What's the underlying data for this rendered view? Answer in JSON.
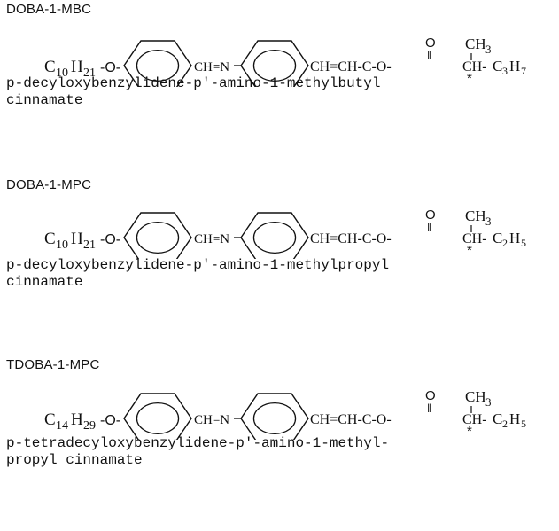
{
  "entries": [
    {
      "label": "DOBA-1-MBC",
      "alkyl": {
        "c": "C",
        "c_sub": "10",
        "h": "H",
        "h_sub": "21"
      },
      "ether_link": "-O-",
      "imine": "CH=N",
      "vinyl_ester": "CH=CH-C-O-",
      "carbonyl_o": "O",
      "carbonyl_bond": "‖",
      "methine": "CH-",
      "branch_methyl": "CH",
      "branch_methyl_sub": "3",
      "stereocenter": "*",
      "terminal": {
        "c": "C",
        "c_sub": "3",
        "h": "H",
        "h_sub": "7"
      },
      "name_line1": "p-decyloxybenzylidene-p'-amino-1-methylbutyl",
      "name_line2": "cinnamate"
    },
    {
      "label": "DOBA-1-MPC",
      "alkyl": {
        "c": "C",
        "c_sub": "10",
        "h": "H",
        "h_sub": "21"
      },
      "ether_link": "-O-",
      "imine": "CH=N",
      "vinyl_ester": "CH=CH-C-O-",
      "carbonyl_o": "O",
      "carbonyl_bond": "‖",
      "methine": "CH-",
      "branch_methyl": "CH",
      "branch_methyl_sub": "3",
      "stereocenter": "*",
      "terminal": {
        "c": "C",
        "c_sub": "2",
        "h": "H",
        "h_sub": "5"
      },
      "name_line1": "p-decyloxybenzylidene-p'-amino-1-methylpropyl",
      "name_line2": "cinnamate"
    },
    {
      "label": "TDOBA-1-MPC",
      "alkyl": {
        "c": "C",
        "c_sub": "14",
        "h": "H",
        "h_sub": "29"
      },
      "ether_link": "-O-",
      "imine": "CH=N",
      "vinyl_ester": "CH=CH-C-O-",
      "carbonyl_o": "O",
      "carbonyl_bond": "‖",
      "methine": "CH-",
      "branch_methyl": "CH",
      "branch_methyl_sub": "3",
      "stereocenter": "*",
      "terminal": {
        "c": "C",
        "c_sub": "2",
        "h": "H",
        "h_sub": "5"
      },
      "name_line1": "p-tetradecyloxybenzylidene-p'-amino-1-methyl-",
      "name_line2": "propyl cinnamate"
    }
  ]
}
